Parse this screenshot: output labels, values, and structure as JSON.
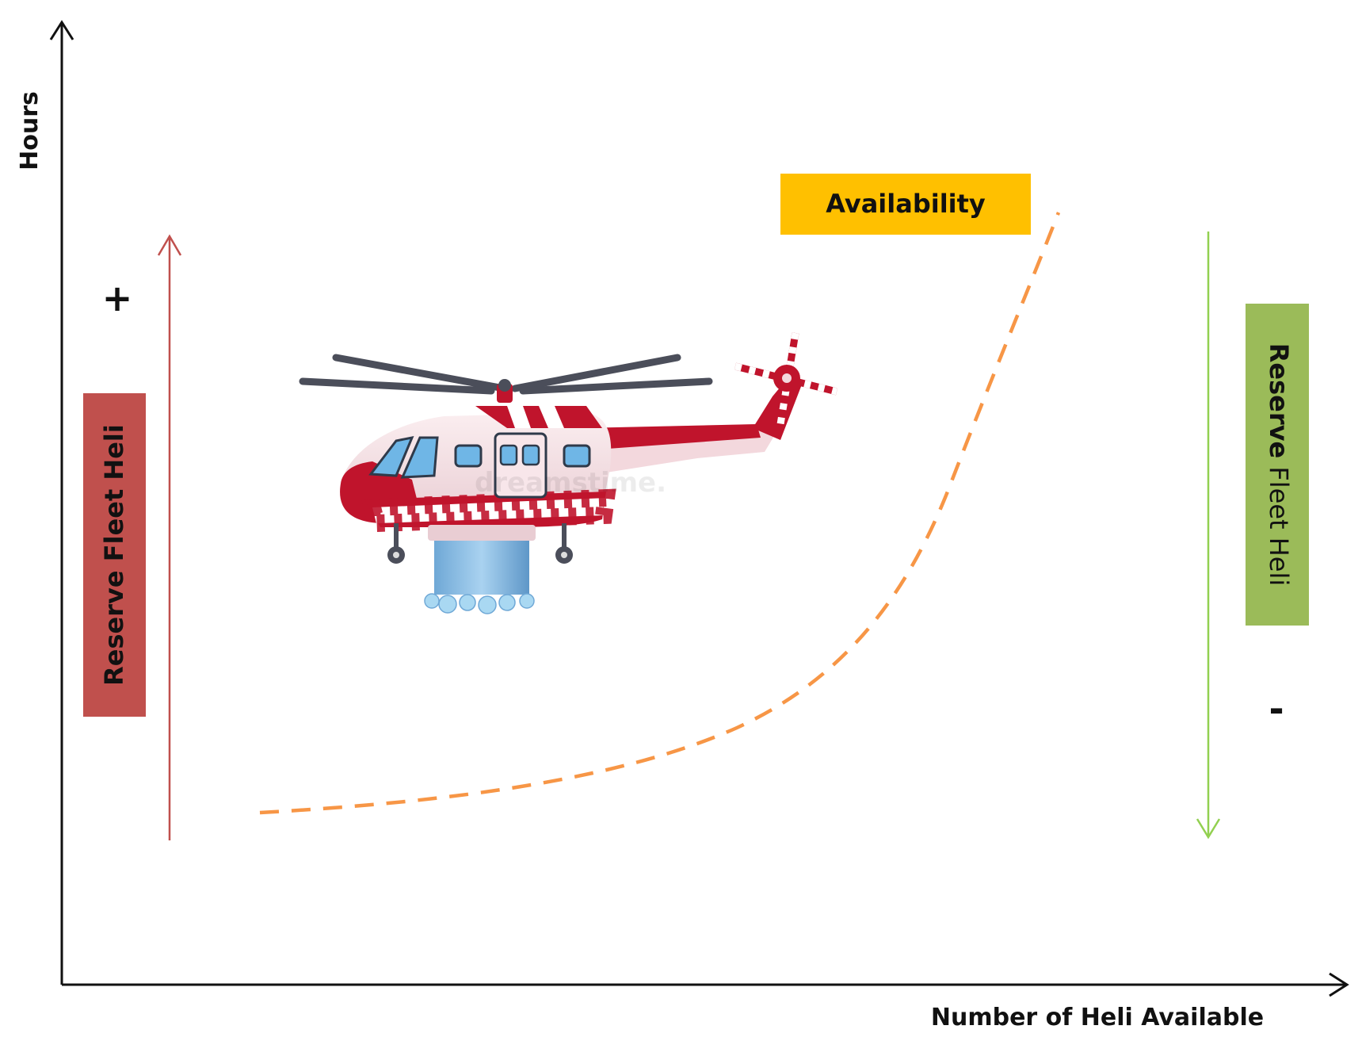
{
  "axes": {
    "y_label": "Hours",
    "x_label": "Number of Heli Available"
  },
  "left_indicator": {
    "sign": "+",
    "label": "Reserve Fleet Heli",
    "box_color": "#c0504d",
    "arrow_color": "#c0504d",
    "direction": "up"
  },
  "right_indicator": {
    "sign": "-",
    "label_bold": "Reserve",
    "label_rest": " Fleet Heli",
    "box_color": "#9bbb59",
    "arrow_color": "#92d050",
    "direction": "down"
  },
  "availability": {
    "label": "Availability",
    "box_color": "#ffc000",
    "curve_color": "#f79646",
    "curve_style": "dashed"
  },
  "illustration": {
    "icon": "firefighting-helicopter-icon",
    "watermark": "dreamstime."
  }
}
